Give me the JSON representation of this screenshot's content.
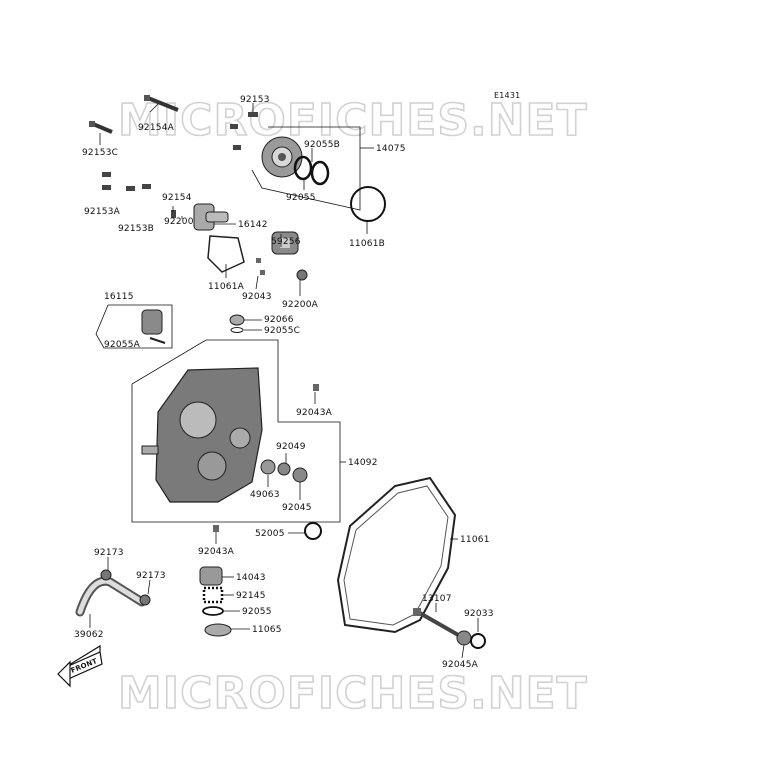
{
  "diagram_code": "E1431",
  "watermark": "MICROFICHES.NET",
  "front_label": "FRONT",
  "parts": {
    "p92153": "92153",
    "p92154A": "92154A",
    "p92153C": "92153C",
    "p92055B": "92055B",
    "p14075": "14075",
    "p92055": "92055",
    "p11061B": "11061B",
    "p92154": "92154",
    "p92153A": "92153A",
    "p92153B": "92153B",
    "p92200": "92200",
    "p16142": "16142",
    "p59256": "59256",
    "p11061A": "11061A",
    "p92043": "92043",
    "p92200A": "92200A",
    "p16115": "16115",
    "p92066": "92066",
    "p92055C": "92055C",
    "p92055A": "92055A",
    "p92043A_top": "92043A",
    "p92049": "92049",
    "p14092": "14092",
    "p49063": "49063",
    "p92045": "92045",
    "p52005": "52005",
    "p11061": "11061",
    "p92043A_bot": "92043A",
    "p92173a": "92173",
    "p92173b": "92173",
    "p14043": "14043",
    "p92145": "92145",
    "p92055_low": "92055",
    "p11065": "11065",
    "p39062": "39062",
    "p13107": "13107",
    "p92033": "92033",
    "p92045A": "92045A"
  }
}
